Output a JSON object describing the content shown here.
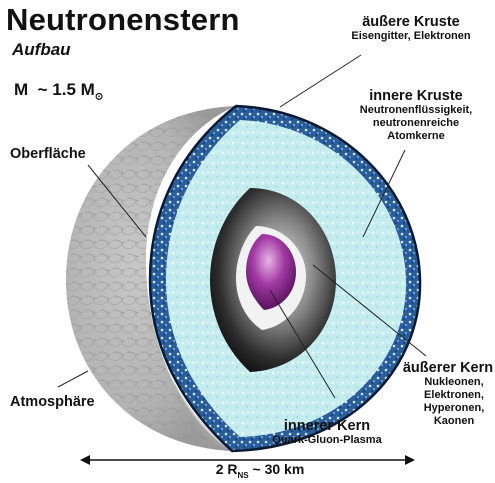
{
  "title": "Neutronenstern",
  "subtitle": "Aufbau",
  "mass": {
    "symbol": "M",
    "approx": "~ 1.5",
    "unit": "M",
    "unit_sub": "⊙"
  },
  "labels": {
    "outer_crust": {
      "name": "äußere Kruste",
      "desc": "Eisengitter, Elektronen"
    },
    "inner_crust": {
      "name": "innere Kruste",
      "desc_lines": [
        "Neutronenflüssigkeit,",
        "neutronenreiche",
        "Atomkerne"
      ]
    },
    "surface": "Oberfläche",
    "atmosphere": "Atmosphäre",
    "outer_core": {
      "name": "äußerer Kern",
      "desc_lines": [
        "Nukleonen,",
        "Elektronen,",
        "Hyperonen,",
        "Kaonen"
      ]
    },
    "inner_core": {
      "name": "innerer Kern",
      "desc": "Quark-Gluon-Plasma"
    }
  },
  "scale": {
    "prefix": "2 R",
    "sub": "NS",
    "suffix": " ~ 30 km"
  },
  "colors": {
    "surface_gray": "#b9b9b9",
    "crust_blue": "#1d4f8f",
    "inner_crust_cyan": "#bfeaec",
    "outer_core_dark": "#2a2a2a",
    "inner_core_purple": "#8a1f8f"
  }
}
